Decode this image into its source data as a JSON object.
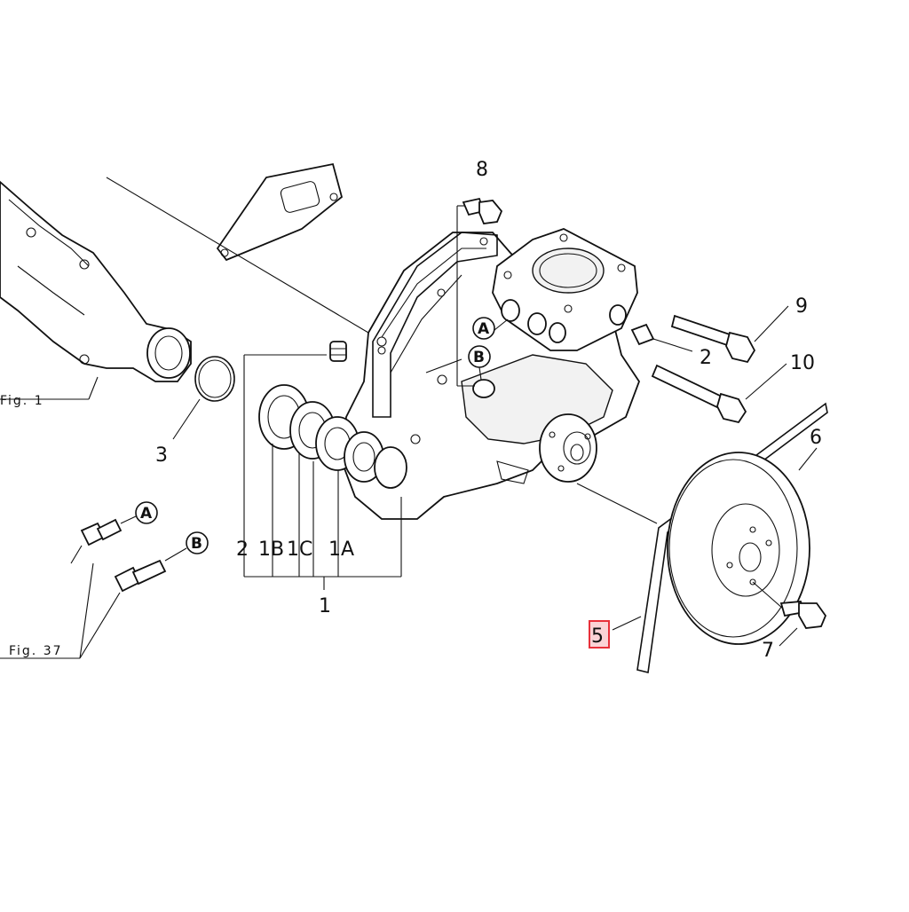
{
  "callouts": {
    "p1": "1",
    "p1A": "1A",
    "p1B": "1B",
    "p1C": "1C",
    "p2_left": "2",
    "p2_right": "2",
    "p3": "3",
    "p5": "5",
    "p6": "6",
    "p7": "7",
    "p8": "8",
    "p9": "9",
    "p10": "10"
  },
  "references": {
    "fig1": "Fig. 1",
    "fig37": "Fig. 37"
  },
  "circle_labels": {
    "A_main": "A",
    "B_main": "B",
    "A_sensor": "A",
    "B_sensor": "B"
  },
  "highlight_color": "#e8303a"
}
